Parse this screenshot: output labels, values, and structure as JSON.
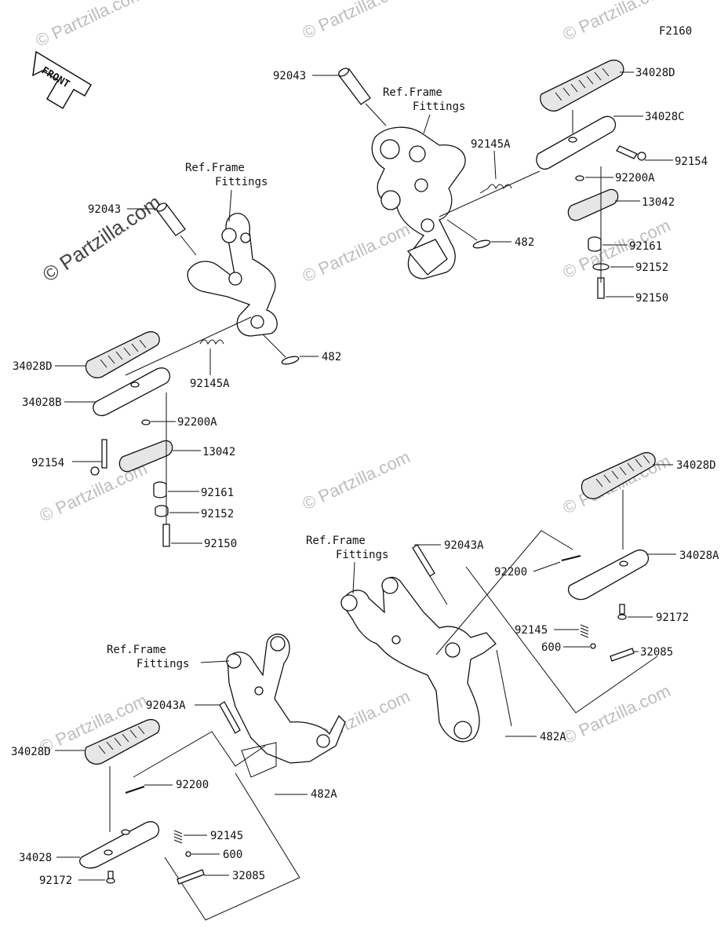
{
  "diagram_code": "F2160",
  "front_arrow_label": "FRONT",
  "watermark_main": "© Partzilla.com",
  "watermark_repeat": "© Partzilla.com",
  "ref_frame_line1": "Ref.Frame",
  "ref_frame_line2": "Fittings",
  "parts": {
    "p92043": "92043",
    "p92043A": "92043A",
    "p34028": "34028",
    "p34028A": "34028A",
    "p34028B": "34028B",
    "p34028C": "34028C",
    "p34028D": "34028D",
    "p92154": "92154",
    "p92200A": "92200A",
    "p92200": "92200",
    "p13042": "13042",
    "p92161": "92161",
    "p92152": "92152",
    "p92150": "92150",
    "p92145A": "92145A",
    "p92145": "92145",
    "p482": "482",
    "p482A": "482A",
    "p92172": "92172",
    "p600": "600",
    "p32085": "32085"
  }
}
